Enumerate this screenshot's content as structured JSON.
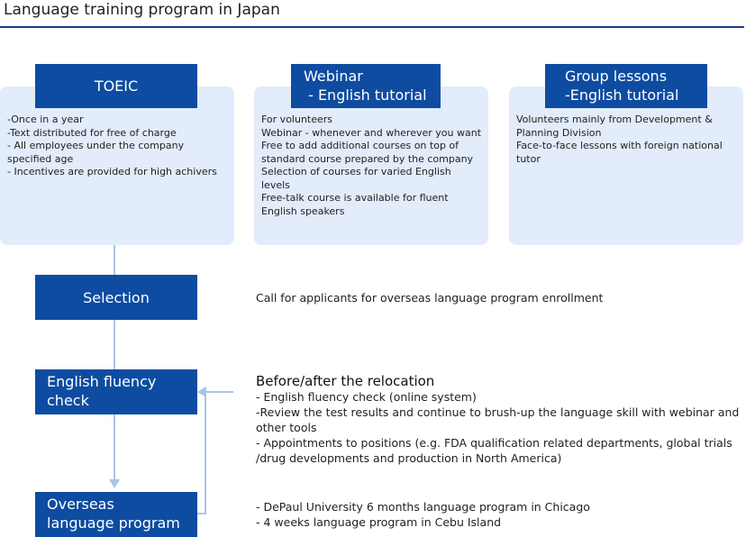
{
  "page": {
    "title": "Language training program in Japan"
  },
  "colors": {
    "primary_box": "#0d4ca1",
    "panel_bg": "#e2ecfa",
    "connector": "#a9c5e6",
    "title_rule": "#1b3a8c"
  },
  "programs": [
    {
      "title_lines": [
        "TOEIC"
      ],
      "items": [
        "-Once in a year",
        "-Text distributed for free of charge",
        "- All employees under the company specified age",
        "- Incentives are provided for high achivers"
      ]
    },
    {
      "title_lines": [
        "Webinar",
        " - English tutorial"
      ],
      "items": [
        "For volunteers",
        "Webinar - whenever and wherever you want",
        "Free to add additional courses on top of standard course prepared by the company",
        "Selection of courses for varied English levels",
        "Free-talk course is available for fluent English speakers"
      ]
    },
    {
      "title_lines": [
        "Group lessons",
        "-English tutorial"
      ],
      "items": [
        "Volunteers mainly from Development & Planning Division",
        "Face-to-face lessons with foreign national tutor"
      ]
    }
  ],
  "steps": {
    "selection": {
      "label": "Selection",
      "description": "Call for applicants for overseas language program enrollment"
    },
    "fluency": {
      "label_lines": [
        "English fluency",
        "check"
      ],
      "heading": "Before/after the relocation",
      "items": [
        "- English fluency check (online system)",
        "-Review the test results and continue to brush-up the language skill with webinar and other tools",
        "- Appointments to positions (e.g. FDA qualification related departments,  global trials /drug developments and production in North America)"
      ]
    },
    "overseas": {
      "label_lines": [
        "Overseas",
        "language program"
      ],
      "items": [
        "- DePaul University 6 months language program in Chicago",
        "- 4 weeks language program in Cebu Island"
      ]
    }
  }
}
